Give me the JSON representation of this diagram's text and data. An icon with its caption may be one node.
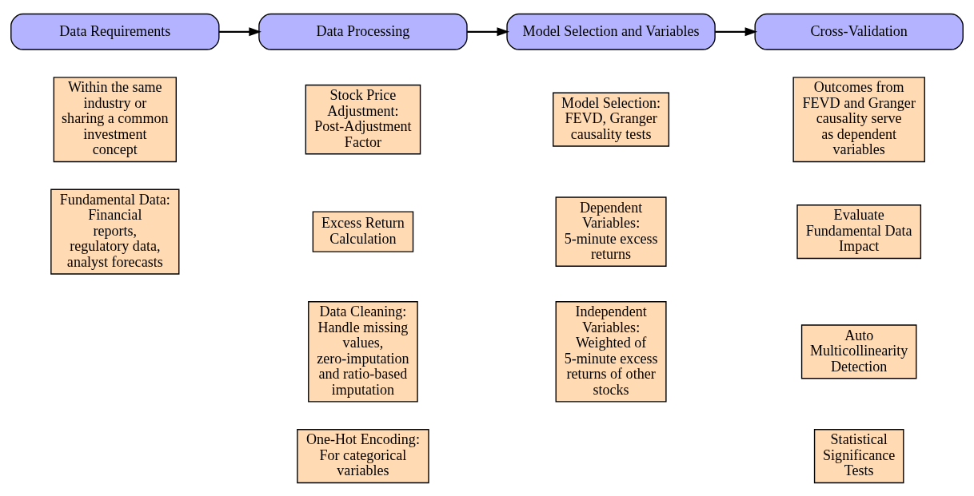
{
  "diagram": {
    "nodes": [
      {
        "text": [
          "Data Requirements"
        ]
      },
      {
        "text": [
          "Data Processing"
        ]
      },
      {
        "text": [
          "Model Selection and Variables"
        ]
      },
      {
        "text": [
          "Cross-Validation"
        ]
      },
      {
        "text": [
          "Within the same industry or sharing a common investment concept"
        ]
      },
      {
        "text": [
          "Fundamental Data: Financial reports, regulatory data, analyst forecasts"
        ]
      },
      {
        "text": [
          "Stock Price Adjustment: Post-Adjustment Factor"
        ]
      },
      {
        "text": [
          "Excess Return Calculation"
        ]
      },
      {
        "text": [
          "Data Cleaning: Handle missing values, zero-imputation and ratio-based imputation"
        ]
      },
      {
        "text": [
          "One-Hot Encoding: For categorical variables"
        ]
      },
      {
        "text": [
          "Model Selection: FEVD, Granger causality tests"
        ]
      },
      {
        "text": [
          "Dependent Variables: 5-minute excess returns"
        ]
      },
      {
        "text": [
          "Independent Variables: Weighted of 5-minute excess returns of other stocks"
        ]
      },
      {
        "text": [
          "Outcomes from FEVD and Granger causality serve as dependent variables"
        ]
      },
      {
        "text": [
          "Evaluate Fundamental Data Impact"
        ]
      },
      {
        "text": [
          "Auto Multicollinearity Detection"
        ]
      },
      {
        "text": [
          "Statistical Significance Tests"
        ]
      }
    ],
    "edges": [
      {
        "from": 0,
        "to": 1,
        "arrow": "to"
      },
      {
        "from": 1,
        "to": 2,
        "arrow": "to"
      },
      {
        "from": 2,
        "to": 3,
        "arrow": "to"
      }
    ]
  }
}
